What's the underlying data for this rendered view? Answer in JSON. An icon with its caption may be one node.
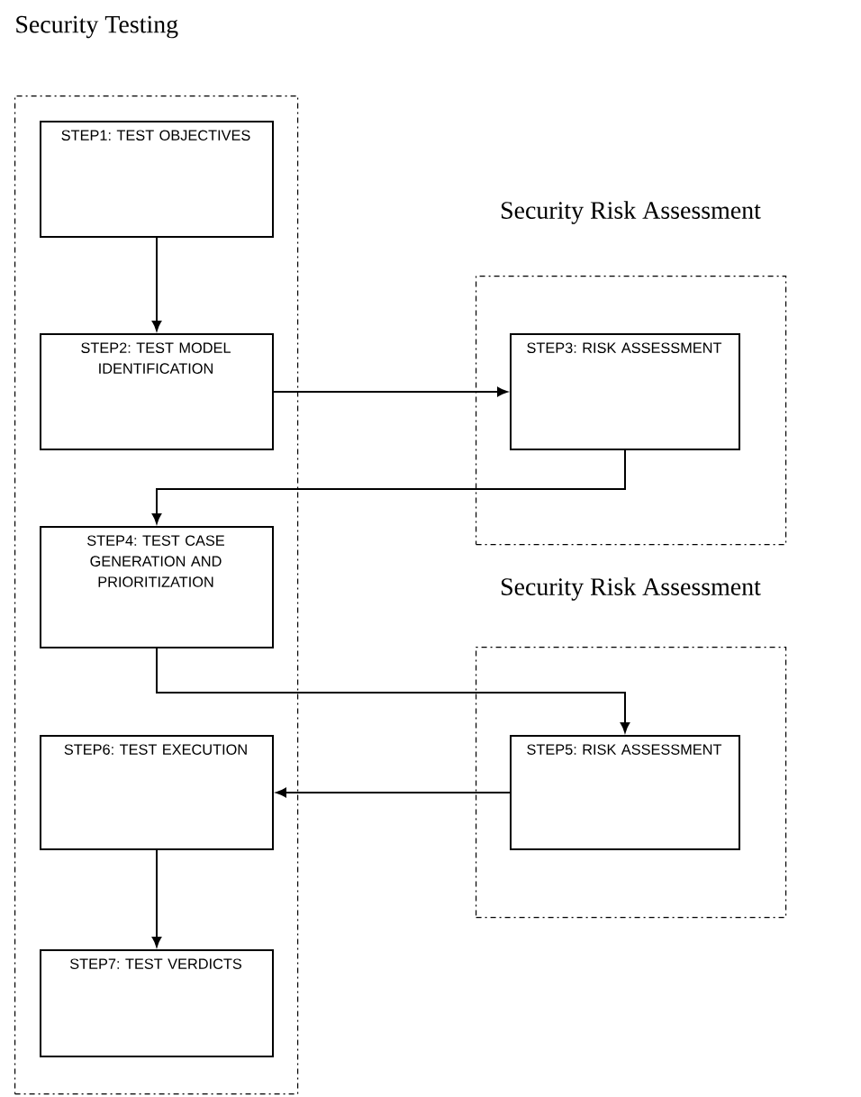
{
  "diagram": {
    "nodes": [
      {
        "text": [
          "Security Testing"
        ]
      },
      {
        "text": [
          "STEP1: TEST OBJECTIVES"
        ],
        "in": 0
      },
      {
        "text": [
          "STEP2: TEST MODEL IDENTIFICATION"
        ],
        "in": 0
      },
      {
        "text": [
          "STEP4: TEST CASE GENERATION AND PRIORITIZATION"
        ],
        "in": 0
      },
      {
        "text": [
          "STEP6: TEST EXECUTION"
        ],
        "in": 0
      },
      {
        "text": [
          "STEP7: TEST VERDICTS"
        ],
        "in": 0
      },
      {
        "text": [
          "Security Risk Assessment"
        ]
      },
      {
        "text": [
          "STEP3: RISK ASSESSMENT"
        ],
        "in": 6
      },
      {
        "text": [
          "Security Risk Assessment"
        ]
      },
      {
        "text": [
          "STEP5: RISK ASSESSMENT"
        ],
        "in": 8
      }
    ],
    "edges": [
      {
        "from": 1,
        "to": 2,
        "arrow": "to"
      },
      {
        "from": 2,
        "to": 7,
        "arrow": "to"
      },
      {
        "from": 7,
        "to": 3,
        "arrow": "to"
      },
      {
        "from": 3,
        "to": 9,
        "arrow": "to"
      },
      {
        "from": 9,
        "to": 4,
        "arrow": "to"
      },
      {
        "from": 4,
        "to": 5,
        "arrow": "to"
      }
    ]
  }
}
